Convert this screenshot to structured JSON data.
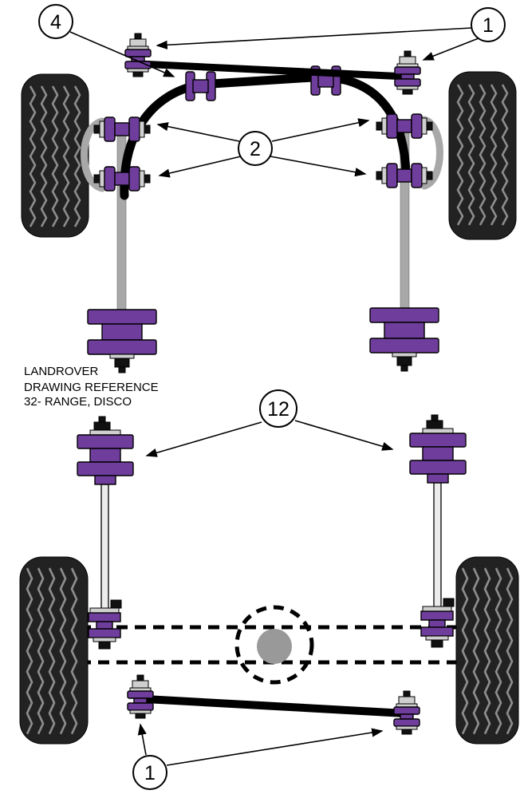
{
  "drawing": {
    "make": "LANDROVER",
    "reference_label": "DRAWING REFERENCE",
    "reference_number": "32-  RANGE, DISCO"
  },
  "callouts": {
    "front_arb_mount": "4",
    "front_drop_link": "1",
    "front_radius_arm_bush": "2",
    "rear_chassis_mount": "12",
    "rear_drop_link": "1"
  },
  "colors": {
    "bushing": "#6f3d9c",
    "metal": "#cfcfcf",
    "strut": "#a8a8a8",
    "tire": "#222222",
    "tread": "#8d8d8d"
  }
}
